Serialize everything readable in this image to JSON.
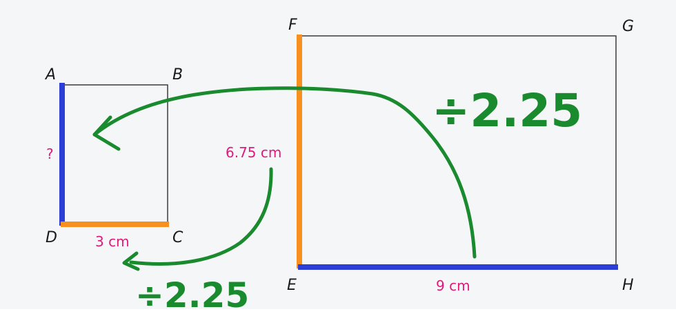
{
  "figure": {
    "colors": {
      "background": "#f5f6f8",
      "outline": "#3a3a3a",
      "orange_side": "#f7901e",
      "blue_side": "#2b3fd6",
      "measure_text": "#e0197d",
      "annotation": "#1a8a2e"
    },
    "small_rect": {
      "vertices": {
        "a": "A",
        "b": "B",
        "c": "C",
        "d": "D"
      },
      "side_ad_label": "?",
      "side_dc_label": "3 cm"
    },
    "large_rect": {
      "vertices": {
        "f": "F",
        "g": "G",
        "h": "H",
        "e": "E"
      },
      "side_fe_label": "6.75 cm",
      "side_eh_label": "9 cm"
    },
    "annotations": {
      "top_divisor": "÷2.25",
      "bottom_divisor": "÷2.25"
    }
  }
}
